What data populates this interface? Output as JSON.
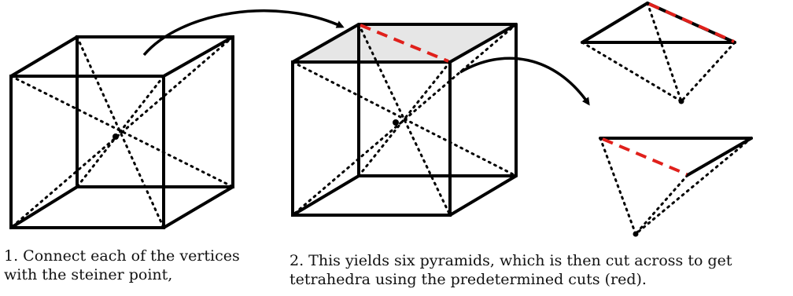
{
  "captions": {
    "step1": [
      "1. Connect each of the vertices",
      "with the steiner point,"
    ],
    "step2": [
      "2. This yields six pyramids, which is then cut across to get",
      "tetrahedra using the predetermined cuts (red)."
    ]
  },
  "colors": {
    "edge": "#000000",
    "cut": "#e0201b",
    "shaded_face": "#e6e6e6"
  }
}
